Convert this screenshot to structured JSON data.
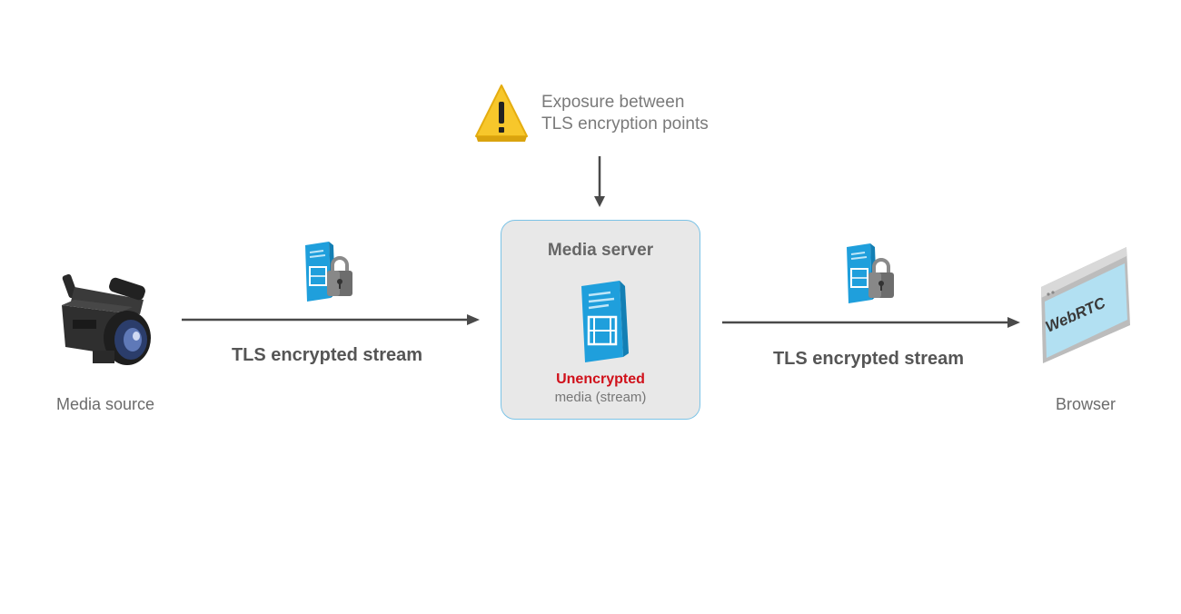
{
  "warning": {
    "line1": "Exposure between",
    "line2": "TLS encryption points",
    "icon": "warning-icon"
  },
  "media_source": {
    "label": "Media source",
    "icon": "video-camera-icon"
  },
  "browser": {
    "label": "Browser",
    "icon": "webrtc-browser-icon",
    "logo_text": "WebRTC"
  },
  "left_stream": {
    "label": "TLS encrypted stream",
    "icon": "encrypted-file-lock-icon"
  },
  "right_stream": {
    "label": "TLS encrypted stream",
    "icon": "encrypted-file-lock-icon"
  },
  "server": {
    "title": "Media server",
    "status_highlight": "Unencrypted",
    "status_rest": "media (stream)",
    "icon": "media-file-icon"
  },
  "colors": {
    "warning_yellow": "#f7c72b",
    "file_blue": "#1f9fdc",
    "server_border": "#7cc3e6",
    "unencrypted_red": "#d0101a",
    "arrow": "#4a4a4a"
  }
}
